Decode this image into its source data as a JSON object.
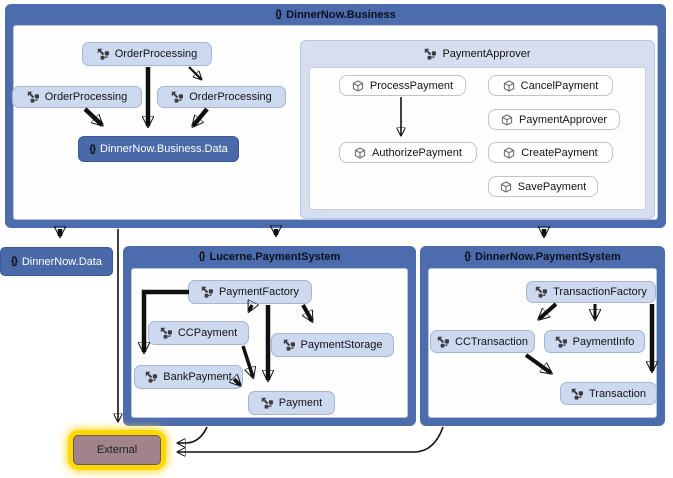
{
  "diagram": {
    "icons": {
      "namespace": "{}",
      "component": "component-icon",
      "cube": "cube-icon"
    },
    "colors": {
      "container_blue": "#4d6cae",
      "node_light_blue": "#cdd9ef",
      "node_dark_blue": "#4a69a8",
      "group_fill": "#d6def0",
      "panel_white": "#fefefe",
      "external_border": "#ffd800",
      "external_fill": "#a1838b",
      "edge_black": "#101010"
    },
    "business": {
      "ns": "{}",
      "label": "DinnerNow.Business",
      "nodes": {
        "op_top": {
          "label": "OrderProcessing"
        },
        "op_left": {
          "label": "OrderProcessing"
        },
        "op_right": {
          "label": "OrderProcessing"
        },
        "biz_data": {
          "ns": "{}",
          "label": "DinnerNow.Business.Data"
        }
      },
      "payment_approver": {
        "label": "PaymentApprover",
        "nodes": {
          "process": {
            "label": "ProcessPayment"
          },
          "cancel": {
            "label": "CancelPayment"
          },
          "approver": {
            "label": "PaymentApprover"
          },
          "authorize": {
            "label": "AuthorizePayment"
          },
          "create": {
            "label": "CreatePayment"
          },
          "save": {
            "label": "SavePayment"
          }
        }
      }
    },
    "dinnernow_data": {
      "ns": "{}",
      "label": "DinnerNow.Data"
    },
    "lucerne": {
      "ns": "{}",
      "label": "Lucerne.PaymentSystem",
      "nodes": {
        "payment_factory": {
          "label": "PaymentFactory"
        },
        "cc_payment": {
          "label": "CCPayment"
        },
        "payment_storage": {
          "label": "PaymentStorage"
        },
        "bank_payment": {
          "label": "BankPayment"
        },
        "payment": {
          "label": "Payment"
        }
      }
    },
    "dinnernow_ps": {
      "ns": "{}",
      "label": "DinnerNow.PaymentSystem",
      "nodes": {
        "transaction_factory": {
          "label": "TransactionFactory"
        },
        "cc_transaction": {
          "label": "CCTransaction"
        },
        "payment_info": {
          "label": "PaymentInfo"
        },
        "transaction": {
          "label": "Transaction"
        }
      }
    },
    "external": {
      "label": "External"
    },
    "edges": [
      {
        "from": "OrderProcessing(top)",
        "to": "DinnerNow.Business.Data",
        "weight": "thick"
      },
      {
        "from": "OrderProcessing(top)",
        "to": "OrderProcessing(right)",
        "weight": "thin"
      },
      {
        "from": "OrderProcessing(left)",
        "to": "DinnerNow.Business.Data",
        "weight": "thick"
      },
      {
        "from": "OrderProcessing(right)",
        "to": "DinnerNow.Business.Data",
        "weight": "thick"
      },
      {
        "from": "ProcessPayment",
        "to": "AuthorizePayment",
        "weight": "thin"
      },
      {
        "from": "DinnerNow.Business",
        "to": "DinnerNow.Data",
        "weight": "thick"
      },
      {
        "from": "DinnerNow.Business",
        "to": "Lucerne.PaymentSystem",
        "weight": "thick"
      },
      {
        "from": "DinnerNow.Business",
        "to": "DinnerNow.PaymentSystem",
        "weight": "thick"
      },
      {
        "from": "DinnerNow.Business",
        "to": "External",
        "weight": "thin"
      },
      {
        "from": "PaymentFactory",
        "to": "BankPayment",
        "weight": "thick"
      },
      {
        "from": "PaymentFactory",
        "to": "CCPayment",
        "weight": "thick"
      },
      {
        "from": "PaymentFactory",
        "to": "Payment",
        "weight": "thick"
      },
      {
        "from": "PaymentFactory",
        "to": "PaymentStorage",
        "weight": "thick"
      },
      {
        "from": "CCPayment",
        "to": "Payment",
        "weight": "thick"
      },
      {
        "from": "BankPayment",
        "to": "Payment",
        "weight": "thick"
      },
      {
        "from": "Lucerne.PaymentSystem",
        "to": "External",
        "weight": "thin"
      },
      {
        "from": "TransactionFactory",
        "to": "CCTransaction",
        "weight": "thick"
      },
      {
        "from": "TransactionFactory",
        "to": "PaymentInfo",
        "weight": "thick"
      },
      {
        "from": "TransactionFactory",
        "to": "Transaction",
        "weight": "thick"
      },
      {
        "from": "CCTransaction",
        "to": "Transaction",
        "weight": "thick"
      },
      {
        "from": "DinnerNow.PaymentSystem",
        "to": "External",
        "weight": "thin"
      }
    ]
  }
}
